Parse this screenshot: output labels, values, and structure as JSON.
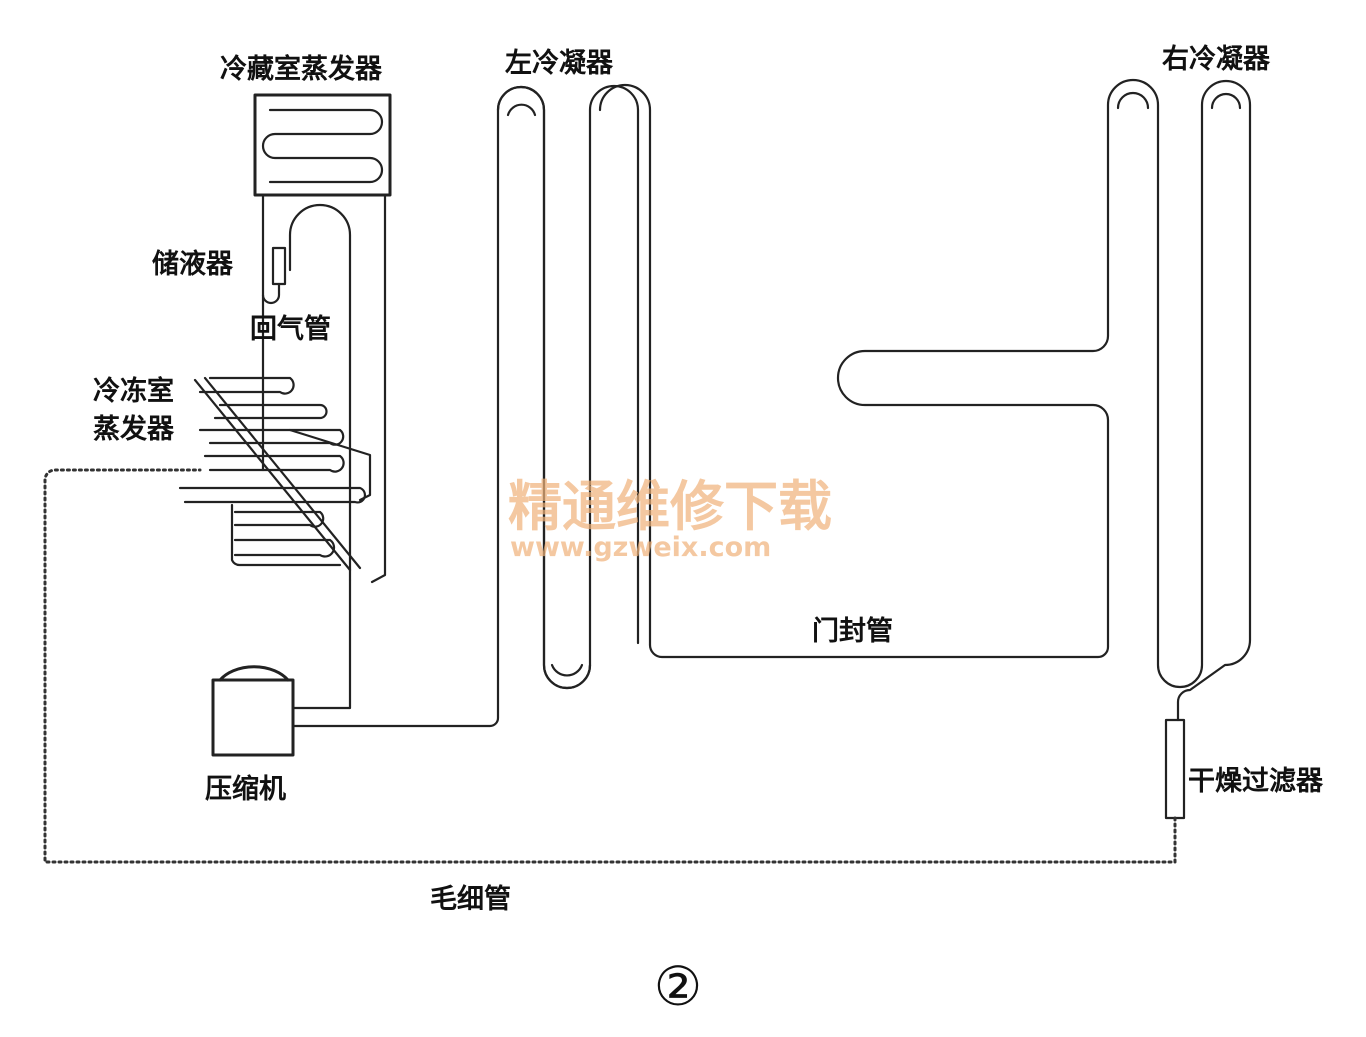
{
  "labels": {
    "fridge_evaporator": "冷藏室蒸发器",
    "left_condenser": "左冷凝器",
    "right_condenser": "右冷凝器",
    "accumulator": "储液器",
    "return_pipe": "回气管",
    "freezer_evaporator_line1": "冷冻室",
    "freezer_evaporator_line2": "蒸发器",
    "compressor": "压缩机",
    "door_seal_pipe": "门封管",
    "dryer_filter": "干燥过滤器",
    "capillary": "毛细管",
    "figure_number": "②"
  },
  "watermark": {
    "text": "精通维修下载",
    "url": "www.gzweix.com",
    "color": "#f0b27a"
  },
  "colors": {
    "line": "#222222",
    "background": "#ffffff"
  }
}
